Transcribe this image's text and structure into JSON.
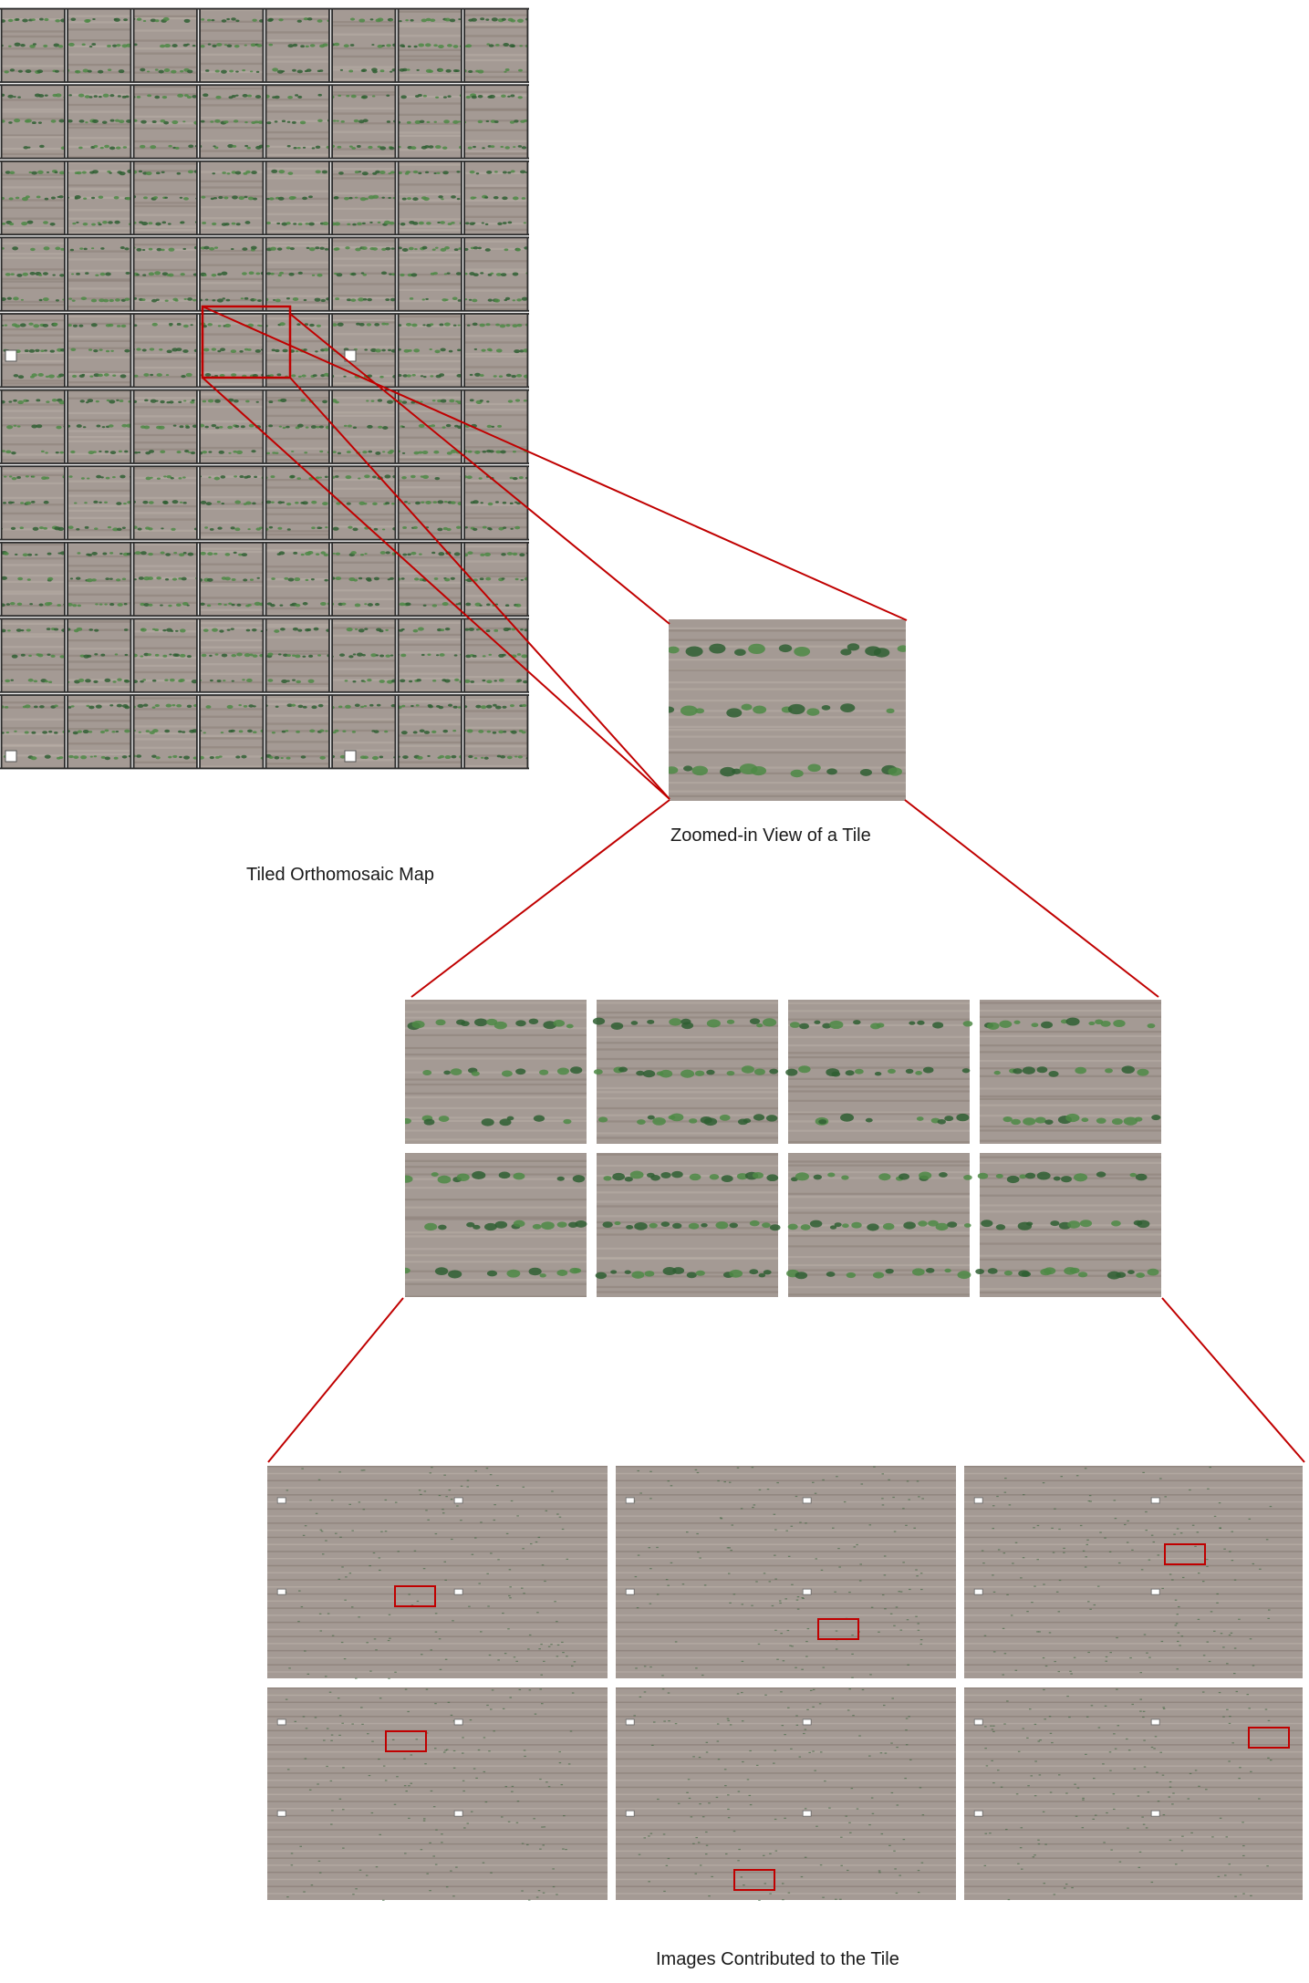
{
  "captions": {
    "orthomosaic": "Tiled Orthomosaic Map",
    "zoomed_tile": "Zoomed-in View of a Tile",
    "contributing_images": "Images Contributed to the Tile"
  },
  "colors": {
    "soil": "#a49a94",
    "soil_dark": "#857a72",
    "soil_light": "#bdb3aa",
    "plant": "#4e8a45",
    "plant_dark": "#2f5f33",
    "grid": "#2c2c2c",
    "grid_light": "#f0f0f0",
    "highlight": "#c00000",
    "marker": "#ffffff"
  },
  "orthomosaic": {
    "rows": 10,
    "cols": 8
  },
  "patches": {
    "rows": 2,
    "cols": 4
  },
  "source_images": {
    "rows": 2,
    "cols": 3
  }
}
